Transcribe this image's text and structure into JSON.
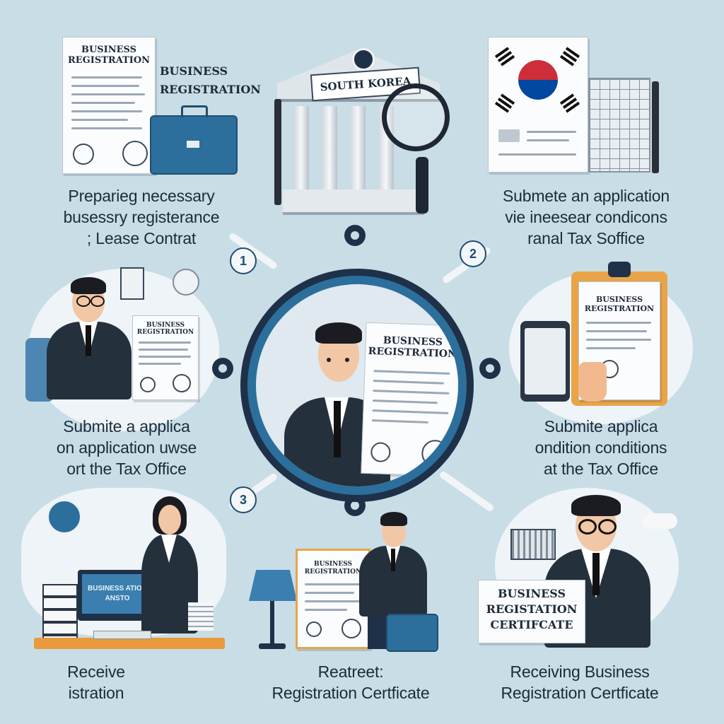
{
  "steps": {
    "top_left": {
      "caption": [
        "Preparieg necessary",
        "busessry registerance",
        "; Lease Contrat"
      ],
      "doc_title": [
        "BUSINESS",
        "REGISTRATION"
      ],
      "side_label": [
        "BUSINESS",
        "REGISTRATION"
      ]
    },
    "top_center": {
      "building_label": "SOUTH KOREA"
    },
    "top_right": {
      "caption": [
        "Submete an application",
        "vie ineesear condicons",
        "ranal Tax Soffice"
      ]
    },
    "center": {
      "doc_title": [
        "BUSINESS",
        "REGISTRATION"
      ]
    },
    "mid_left": {
      "caption": [
        "Submite a applica",
        "on application uwse",
        "ort the Tax Office"
      ],
      "doc_title": [
        "BUSINESS",
        "REGISTRATION"
      ]
    },
    "mid_right": {
      "caption": [
        "Submite applica",
        "ondition conditions",
        "at the Tax Office"
      ],
      "doc_title": [
        "BUSINESS",
        "REGISTRATION"
      ]
    },
    "bottom_left": {
      "caption": [
        "Receive",
        "istration"
      ],
      "monitor_text": [
        "BUSINESS ATION",
        "ANSTO"
      ]
    },
    "bottom_center": {
      "caption": [
        "Reatreet:",
        "Registration Certficate"
      ],
      "doc_title": [
        "BUSINESS",
        "REGISTRATION"
      ]
    },
    "bottom_right": {
      "caption": [
        "Receiving Business",
        "Registration Certficate"
      ],
      "certificate_text": [
        "BUSINESS",
        "REGISTATION",
        "CERTIFCATE"
      ]
    }
  },
  "badges": {
    "step1": "1",
    "step2": "2",
    "step3": "3"
  },
  "colors": {
    "background": "#c9dde6",
    "accent": "#2c6f9c",
    "dark": "#1e3148",
    "flag_red": "#cd2e3a",
    "flag_blue": "#0047a0"
  }
}
